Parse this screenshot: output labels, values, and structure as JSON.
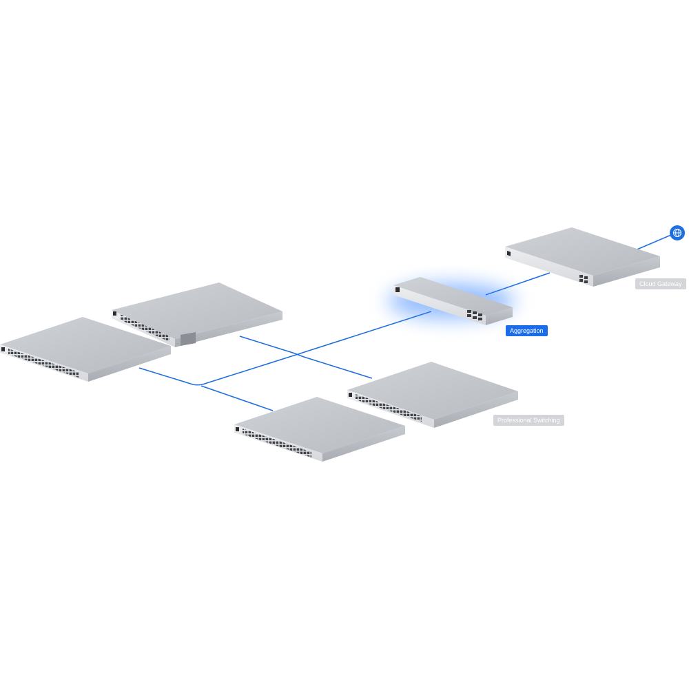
{
  "diagram": {
    "labels": {
      "cloud_gateway": "Cloud Gateway",
      "aggregation": "Aggregation",
      "professional_switching": "Professional Switching"
    },
    "colors": {
      "link": "#1f6fe0",
      "internet_node": "#1f6fe0",
      "aggregation_badge": "#1a6ce8",
      "inactive_badge": "#d3d5d8",
      "device_top": "#c4c7cc",
      "device_front": "#e3e5e8",
      "highlight_glow": "#3b86ff"
    },
    "icons": {
      "internet": "globe-icon"
    },
    "highlighted_device": "aggregation-switch"
  }
}
